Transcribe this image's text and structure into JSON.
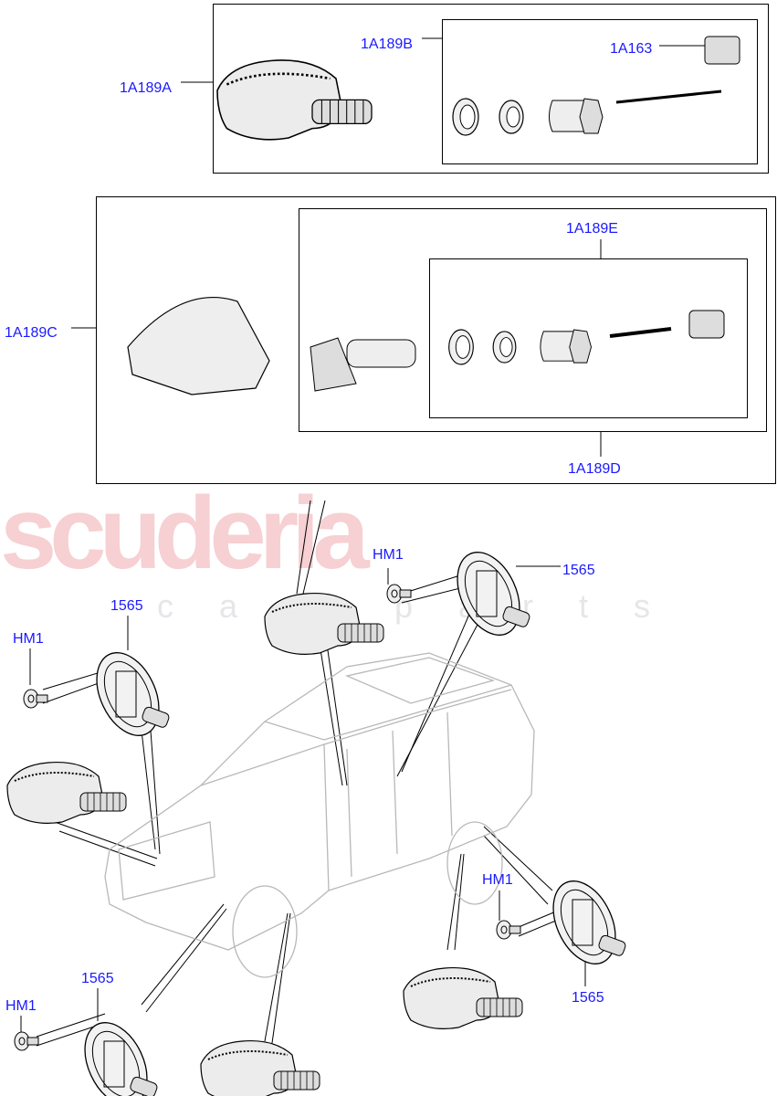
{
  "watermark": {
    "brand": "scuderia",
    "sub": "car parts"
  },
  "callouts": {
    "a": "1A189A",
    "b": "1A189B",
    "c": "1A189C",
    "d": "1A189D",
    "e": "1A189E",
    "v": "1A163",
    "hm1_1": "HM1",
    "hm1_2": "HM1",
    "hm1_3": "HM1",
    "hm1_4": "HM1",
    "p1565_1": "1565",
    "p1565_2": "1565",
    "p1565_3": "1565",
    "p1565_4": "1565"
  },
  "colors": {
    "callout": "#1a1aff",
    "line": "#000000",
    "part_fill": "#e8e8e8"
  },
  "icons": [
    "tpms-sensor",
    "valve-kit",
    "valve-cap",
    "bracket",
    "screw",
    "vehicle"
  ]
}
